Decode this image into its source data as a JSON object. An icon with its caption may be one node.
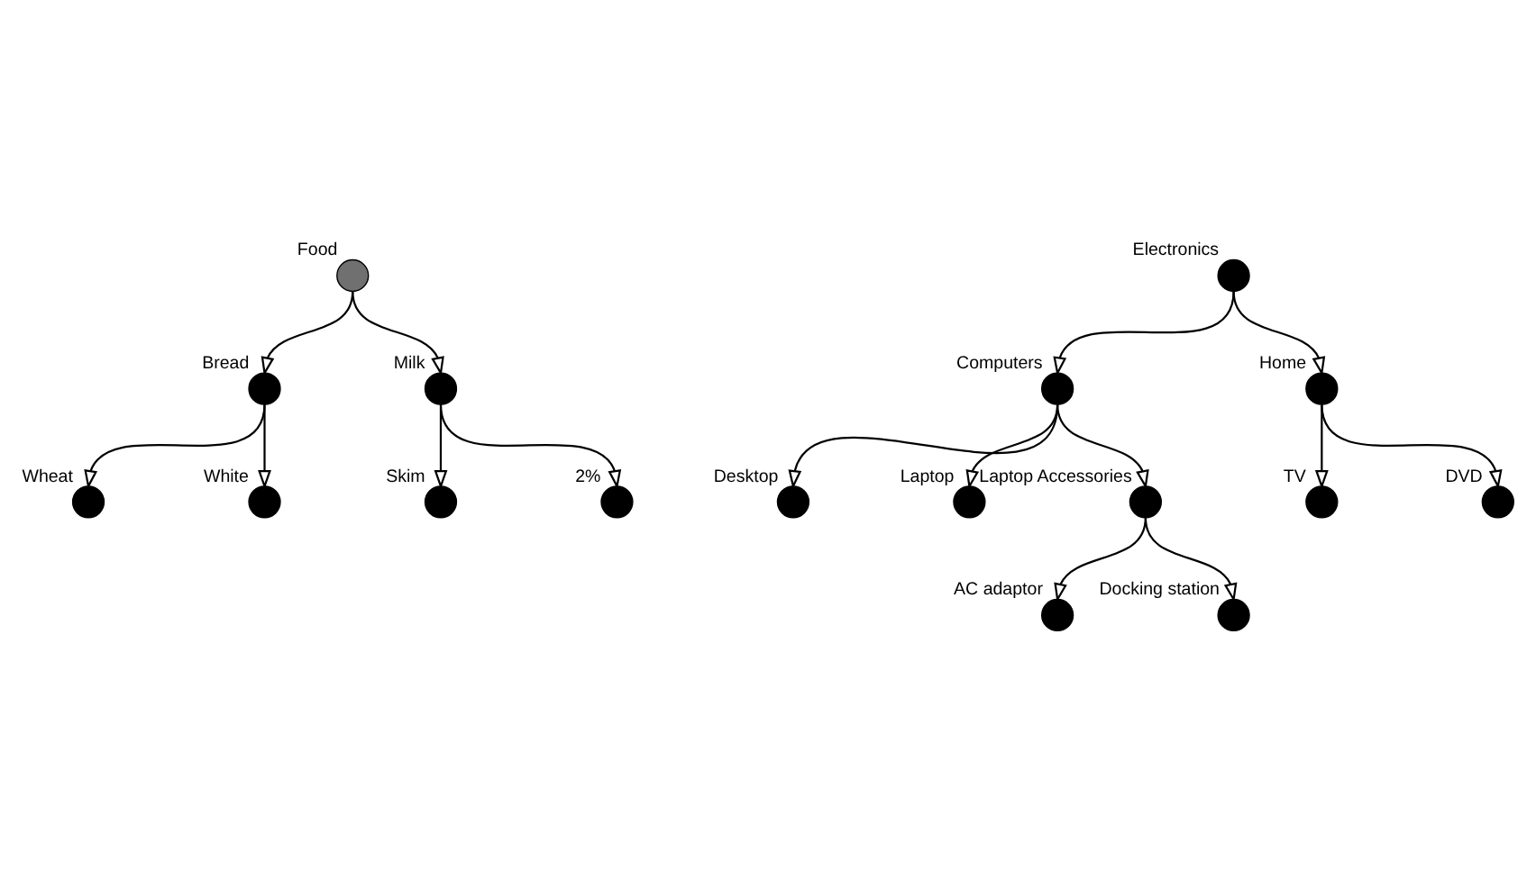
{
  "diagram": {
    "nodes": [
      {
        "text": [],
        "shape": "circle",
        "beside": [
          "Food"
        ]
      },
      {
        "text": [],
        "shape": "circle",
        "beside": [
          "Bread"
        ]
      },
      {
        "text": [],
        "shape": "circle",
        "beside": [
          "Milk"
        ]
      },
      {
        "text": [],
        "shape": "circle",
        "beside": [
          "Wheat"
        ]
      },
      {
        "text": [],
        "shape": "circle",
        "beside": [
          "White"
        ]
      },
      {
        "text": [],
        "shape": "circle",
        "beside": [
          "Skim"
        ]
      },
      {
        "text": [],
        "shape": "circle",
        "beside": [
          "2%"
        ]
      },
      {
        "text": [],
        "shape": "circle",
        "beside": [
          "Electronics"
        ]
      },
      {
        "text": [],
        "shape": "circle",
        "beside": [
          "Computers"
        ]
      },
      {
        "text": [],
        "shape": "circle",
        "beside": [
          "Home"
        ]
      },
      {
        "text": [],
        "shape": "circle",
        "beside": [
          "Desktop"
        ]
      },
      {
        "text": [],
        "shape": "circle",
        "beside": [
          "Laptop"
        ]
      },
      {
        "text": [],
        "shape": "circle",
        "beside": [
          "Laptop Accessories"
        ]
      },
      {
        "text": [],
        "shape": "circle",
        "beside": [
          "TV"
        ]
      },
      {
        "text": [],
        "shape": "circle",
        "beside": [
          "DVD"
        ]
      },
      {
        "text": [],
        "shape": "circle",
        "beside": [
          "AC adaptor"
        ]
      },
      {
        "text": [],
        "shape": "circle",
        "beside": [
          "Docking station"
        ]
      }
    ],
    "edges": [
      {
        "from": 0,
        "to": 1,
        "arrow": "to"
      },
      {
        "from": 0,
        "to": 2,
        "arrow": "to"
      },
      {
        "from": 1,
        "to": 3,
        "arrow": "to"
      },
      {
        "from": 1,
        "to": 4,
        "arrow": "to"
      },
      {
        "from": 2,
        "to": 5,
        "arrow": "to"
      },
      {
        "from": 2,
        "to": 6,
        "arrow": "to"
      },
      {
        "from": 7,
        "to": 8,
        "arrow": "to"
      },
      {
        "from": 7,
        "to": 9,
        "arrow": "to"
      },
      {
        "from": 8,
        "to": 10,
        "arrow": "to"
      },
      {
        "from": 8,
        "to": 11,
        "arrow": "to"
      },
      {
        "from": 8,
        "to": 12,
        "arrow": "to"
      },
      {
        "from": 9,
        "to": 13,
        "arrow": "to"
      },
      {
        "from": 9,
        "to": 14,
        "arrow": "to"
      },
      {
        "from": 12,
        "to": 15,
        "arrow": "to"
      },
      {
        "from": 12,
        "to": 16,
        "arrow": "to"
      }
    ]
  }
}
